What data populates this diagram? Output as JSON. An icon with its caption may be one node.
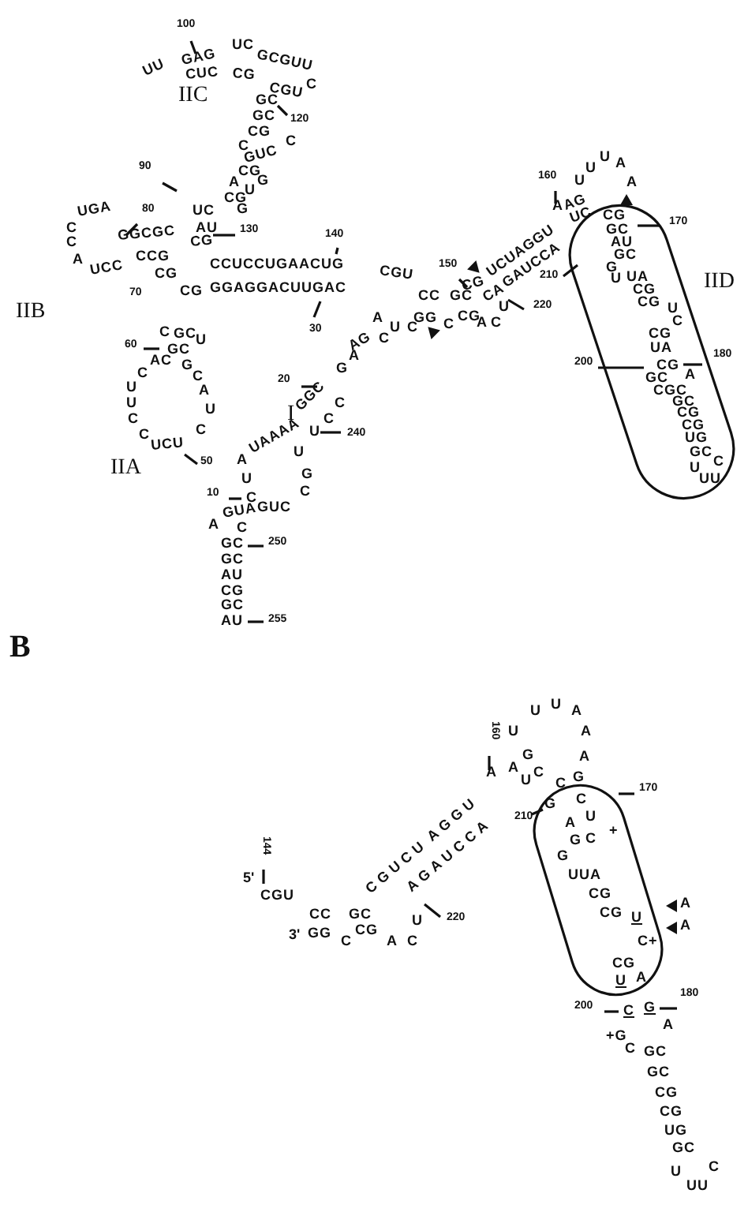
{
  "diagram": {
    "labels": [
      "100",
      "UU",
      "GAG",
      "UC",
      "GCGUU",
      "IIC",
      "CUC",
      "CG",
      "CGU",
      "C",
      "GC",
      "120",
      "GC",
      "CG",
      "C",
      "C",
      "GUC",
      "90",
      "CG",
      "G",
      "A",
      "U",
      "CG",
      "G",
      "UC",
      "UGA",
      "80",
      "C",
      "AU",
      "130",
      "GGCGC",
      "CG",
      "C",
      "140",
      "CCG",
      "A",
      "CCUCCUGAACUG",
      "CGU",
      "150",
      "UCC",
      "CG",
      "UCUAGGU",
      "CG",
      "GGAGGACUUGAC",
      "CG",
      "70",
      "CC",
      "GC",
      "CA",
      "GAUCCA",
      "160",
      "U",
      "U",
      "U",
      "A",
      "A",
      "A",
      "AG",
      "UC",
      "CG",
      "170",
      "GC",
      "AU",
      "210",
      "GC",
      "G",
      "U",
      "UA",
      "IID",
      "CG",
      "CG",
      "U",
      "U",
      "220",
      "IIB",
      "GG",
      "C",
      "CG",
      "A",
      "C",
      "A",
      "C",
      "U",
      "C",
      "C",
      "GC",
      "30",
      "CG",
      "U",
      "AG",
      "C",
      "60",
      "GC",
      "UA",
      "180",
      "A",
      "200",
      "AC",
      "G",
      "CG",
      "G",
      "C",
      "A",
      "C",
      "GC",
      "20",
      "U",
      "GGC",
      "A",
      "CGC",
      "GC",
      "U",
      "U",
      "C",
      "CG",
      "C",
      "I",
      "C",
      "UAAAA",
      "U",
      "CG",
      "C",
      "C",
      "240",
      "UG",
      "UCU",
      "U",
      "GC",
      "A",
      "C",
      "50",
      "IIA",
      "U",
      "G",
      "UU",
      "U",
      "C",
      "10",
      "C",
      "GUC",
      "GUA",
      "A",
      "C",
      "GC",
      "250",
      "GC",
      "AU",
      "CG",
      "GC",
      "AU",
      "255",
      "B",
      "U",
      "U",
      "U",
      "A",
      "160",
      "A",
      "G",
      "A",
      "A",
      "A",
      "U",
      "C",
      "C",
      "G",
      "170",
      "CGUCU",
      "AGGU",
      "AGAUCCA",
      "210",
      "G",
      "C",
      "A",
      "U",
      "G",
      "C",
      "+",
      "G",
      "144",
      "UUA",
      "5'",
      "CG",
      "CG",
      "U",
      "CGU",
      "A",
      "CC",
      "GC",
      "U",
      "220",
      "A",
      "3'",
      "GG",
      "C",
      "CG",
      "A",
      "C",
      "C+",
      "CG",
      "U",
      "A",
      "200",
      "C",
      "G",
      "180",
      "A",
      "+G",
      "C",
      "GC",
      "GC",
      "CG",
      "CG",
      "UG",
      "GC",
      "C",
      "U",
      "UU"
    ]
  }
}
